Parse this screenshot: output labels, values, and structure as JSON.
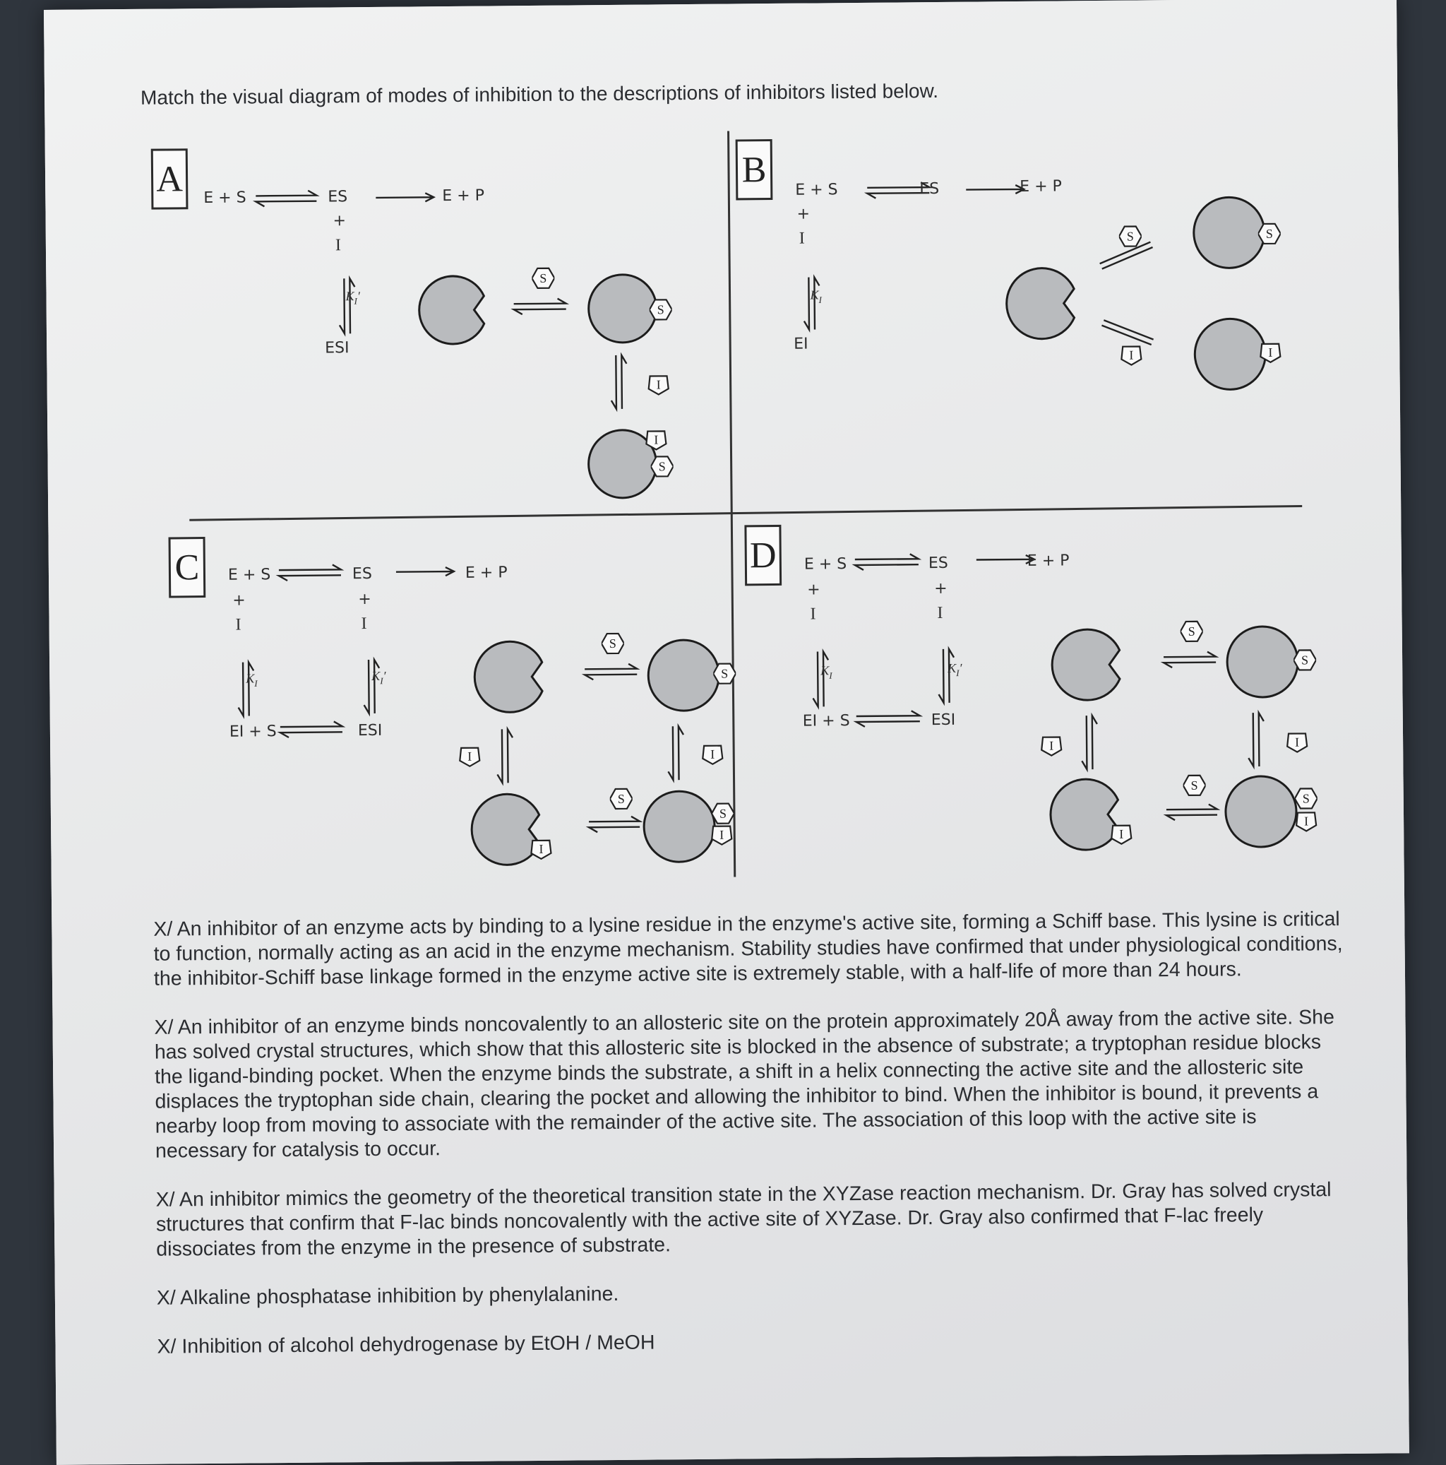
{
  "question": "Match the visual diagram of modes of inhibition to the descriptions of inhibitors listed below.",
  "panels": {
    "A": {
      "label": "A",
      "top": {
        "es_left": "E + S",
        "es_mid": "ES",
        "es_right": "E + P"
      },
      "plus": "+",
      "inhib": "I",
      "k": "K",
      "k_sub": "I",
      "k_prime": "′",
      "bottom": "ESI"
    },
    "B": {
      "label": "B",
      "top": {
        "es_left": "E + S",
        "es_mid": "ES",
        "es_right": "E + P"
      },
      "plus": "+",
      "inhib": "I",
      "k": "K",
      "k_sub": "I",
      "bottom": "EI"
    },
    "C": {
      "label": "C",
      "top": {
        "es_left": "E + S",
        "es_mid": "ES",
        "es_right": "E + P"
      },
      "plus": "+",
      "inhib": "I",
      "k": "K",
      "k_sub": "I",
      "k_prime": "′",
      "bottom_left": "EI + S",
      "bottom_right": "ESI"
    },
    "D": {
      "label": "D",
      "top": {
        "es_left": "E + S",
        "es_mid": "ES",
        "es_right": "E + P"
      },
      "plus": "+",
      "inhib": "I",
      "k": "K",
      "k_sub": "I",
      "k_prime": "′",
      "bottom_left": "EI + S",
      "bottom_right": "ESI"
    }
  },
  "tokens": {
    "S": "S",
    "I": "I"
  },
  "descriptions": [
    "X/ An inhibitor of an enzyme acts by binding to a lysine residue in the enzyme's active site, forming a Schiff base. This lysine is critical to function, normally acting as an acid in the enzyme mechanism. Stability studies have confirmed that under physiological conditions, the inhibitor-Schiff base linkage formed in the enzyme active site is extremely stable, with a half-life of more than 24 hours.",
    "X/ An inhibitor of an enzyme binds noncovalently to an allosteric site on the protein approximately 20Å away from the active site. She has solved crystal structures, which show that this allosteric site is blocked in the absence of substrate; a tryptophan residue blocks the ligand-binding pocket.  When the enzyme binds the substrate, a shift in a helix connecting the active site and the allosteric site displaces the tryptophan side chain, clearing the pocket and allowing the inhibitor to bind. When the inhibitor is bound, it prevents a nearby loop from moving to associate with the remainder of the active site. The association of this loop with the active site is necessary for catalysis to occur.",
    "X/ An inhibitor mimics the geometry of the theoretical transition state in the XYZase reaction mechanism. Dr. Gray has solved crystal structures that confirm that F-lac binds noncovalently with the active site of XYZase. Dr. Gray also confirmed that F-lac freely dissociates from the enzyme in the presence of substrate.",
    "X/ Alkaline phosphatase inhibition by phenylalanine.",
    "X/ Inhibition of alcohol dehydrogenase by EtOH / MeOH"
  ]
}
